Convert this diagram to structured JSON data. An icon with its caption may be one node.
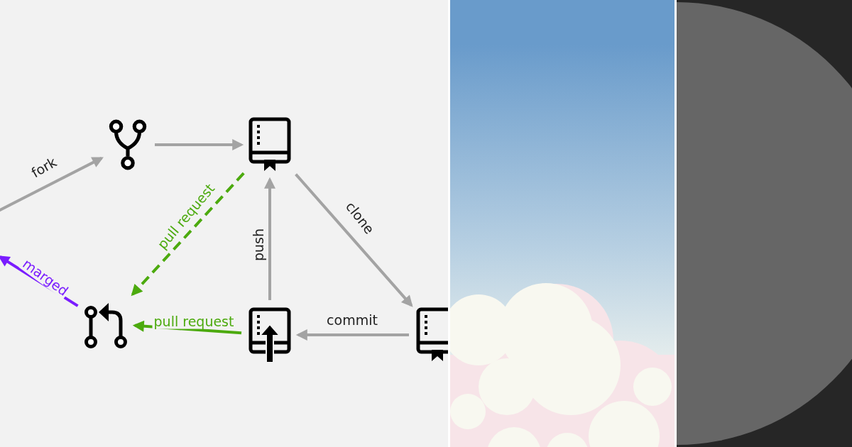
{
  "diagram": {
    "nodes": [
      {
        "text": [],
        "shape": "picture"
      },
      {
        "text": [],
        "shape": "picture"
      },
      {
        "text": [],
        "shape": "picture"
      },
      {
        "text": [],
        "shape": "picture"
      },
      {
        "text": [],
        "shape": "picture"
      }
    ],
    "edges": [
      {
        "from": null,
        "to": 0,
        "arrow": "to",
        "label": "fork"
      },
      {
        "from": 0,
        "to": 1,
        "arrow": "to"
      },
      {
        "from": 1,
        "to": 2,
        "arrow": "to",
        "label": "pull request",
        "style": "dashed",
        "color": "#4caa0e"
      },
      {
        "from": 1,
        "to": 4,
        "arrow": "to",
        "label": "clone"
      },
      {
        "from": 4,
        "to": 3,
        "arrow": "to",
        "label": "commit"
      },
      {
        "from": 3,
        "to": 1,
        "arrow": "to",
        "label": "push"
      },
      {
        "from": 3,
        "to": 2,
        "arrow": "to",
        "label": "pull request",
        "color": "#4caa0e"
      },
      {
        "from": 2,
        "to": null,
        "arrow": "to",
        "label": "marged",
        "color": "#7a1cff"
      }
    ]
  }
}
